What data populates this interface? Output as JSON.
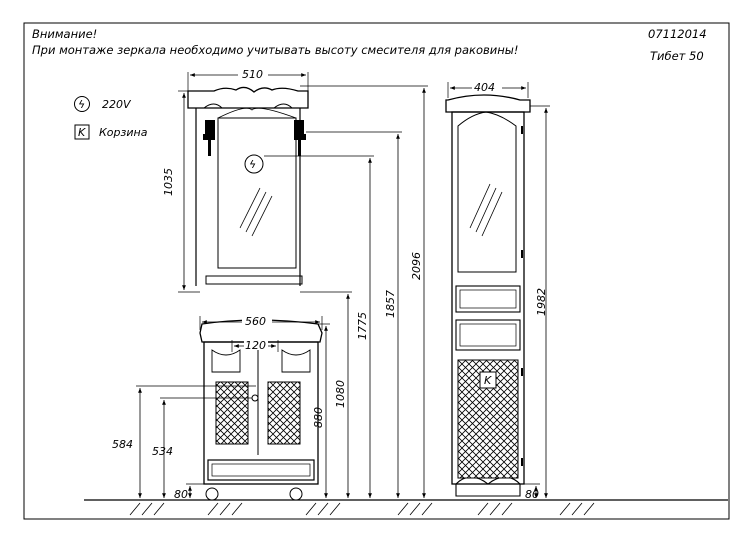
{
  "header": {
    "warning_title": "Внимание!",
    "warning_text": "При монтаже зеркала необходимо учитывать высоту смесителя для раковины!",
    "doc_code": "07112014",
    "model_name": "Тибет 50"
  },
  "legend": {
    "power_symbol": "ϟ",
    "power_label": "220V",
    "basket_symbol": "K",
    "basket_label": "Корзина"
  },
  "mirror": {
    "width": "510",
    "height": "1035",
    "socket_symbol": "ϟ"
  },
  "vanity": {
    "width": "560",
    "basin_offset": "120",
    "height": "880",
    "heights": [
      "584",
      "534"
    ],
    "leg_height": "80"
  },
  "elevations": {
    "mirror_bottom": "1080",
    "socket": "1775",
    "lamp": "1857",
    "mirror_top": "2096"
  },
  "column": {
    "width": "404",
    "height": "1982",
    "leg_height": "80",
    "basket_symbol": "K"
  },
  "colors": {
    "ink": "#000000",
    "paper": "#ffffff"
  }
}
